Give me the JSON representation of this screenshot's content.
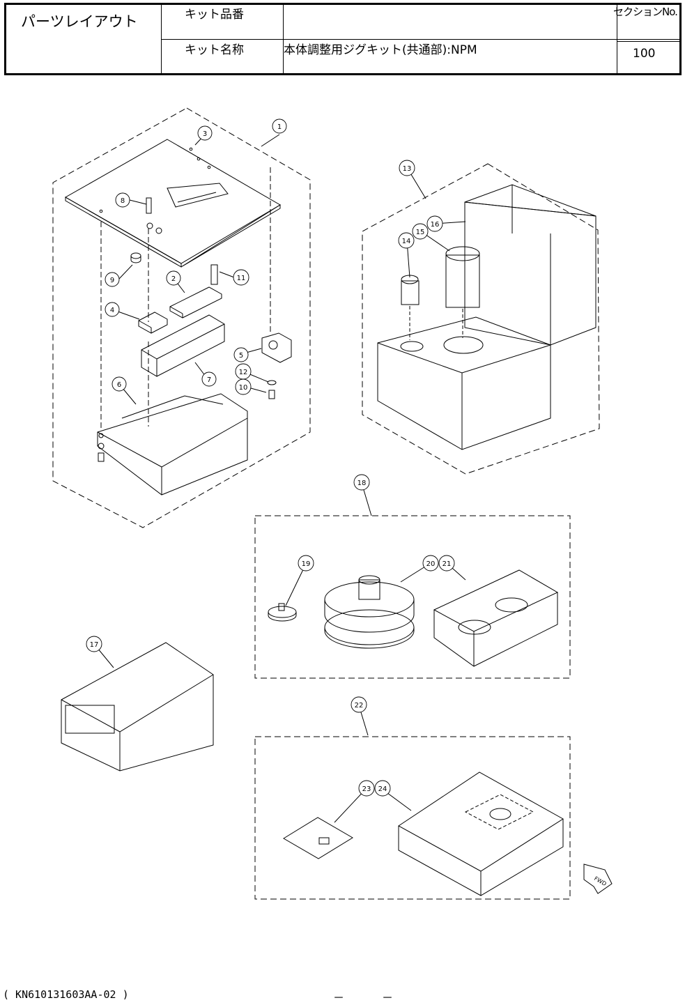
{
  "header": {
    "title": "パーツレイアウト",
    "kit_number_label": "キット品番",
    "kit_number_value": "",
    "kit_name_label": "キット名称",
    "kit_name_value": "本体調整用ジグキット(共通部):NPM",
    "section_label": "セクションNo.",
    "section_value": "100"
  },
  "callouts": [
    "1",
    "2",
    "3",
    "4",
    "5",
    "6",
    "7",
    "8",
    "9",
    "10",
    "11",
    "12",
    "13",
    "14",
    "15",
    "16",
    "17",
    "18",
    "19",
    "20",
    "21",
    "22",
    "23",
    "24"
  ],
  "fwd_label": "FWD",
  "footer": {
    "doc_code": "( KN610131603AA-02 )",
    "page_left": "－",
    "page_right": "－"
  }
}
